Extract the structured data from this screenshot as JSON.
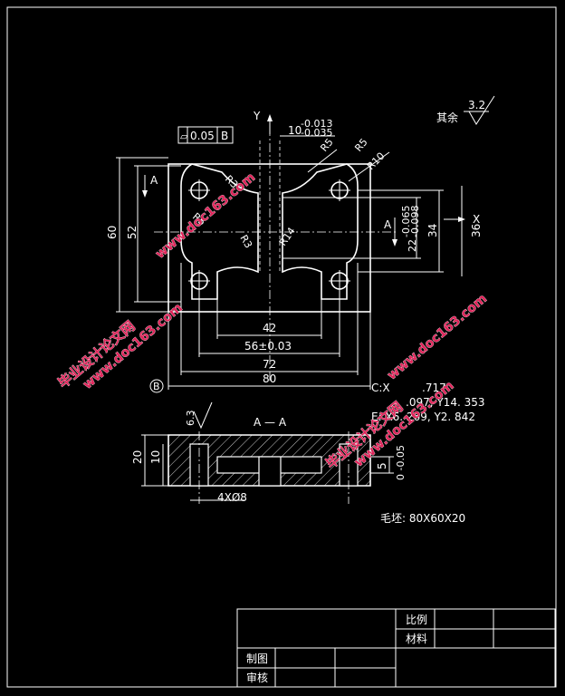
{
  "flatness": {
    "symbol": "⏥",
    "value": "0.05",
    "datum": "B"
  },
  "axes": {
    "y": "Y",
    "x": "X"
  },
  "roughness": {
    "label": "其余",
    "value": "3.2",
    "spot": "6.3"
  },
  "section_label": "A",
  "section_title": "A — A",
  "dims": {
    "d60": "60",
    "d52": "52",
    "d42": "42",
    "d56": "56±0.03",
    "d72": "72",
    "d80": "80",
    "d34": "34",
    "d36": "36",
    "d10": "10",
    "d10_tol_up": "-0.013",
    "d10_tol_low": "-0.035",
    "d22": "22",
    "d22_tol_up": "-0.065",
    "d22_tol_low": "-0.098",
    "d20": "20",
    "d10v": "10",
    "d5": "5",
    "d5_tol": "0 -0.05",
    "holes": "4XØ8"
  },
  "radii": {
    "r3a": "R3",
    "r5a": "R5",
    "r3b": "R3",
    "r5b": "R5",
    "r5c": "R5",
    "r10": "R10",
    "r14": "R14"
  },
  "datum_b": "B",
  "coords": {
    "c": "C:X",
    "c_tail": ".717",
    "d": ".097, Y14. 353",
    "e": "E: X6. 269, Y2. 842"
  },
  "blank": "毛坯: 80X60X20",
  "title_block": {
    "scale": "比例",
    "material": "材料",
    "drawn": "制图",
    "checked": "审核"
  },
  "watermark": {
    "name": "毕业设计论文网",
    "url": "www.doc163.com"
  }
}
